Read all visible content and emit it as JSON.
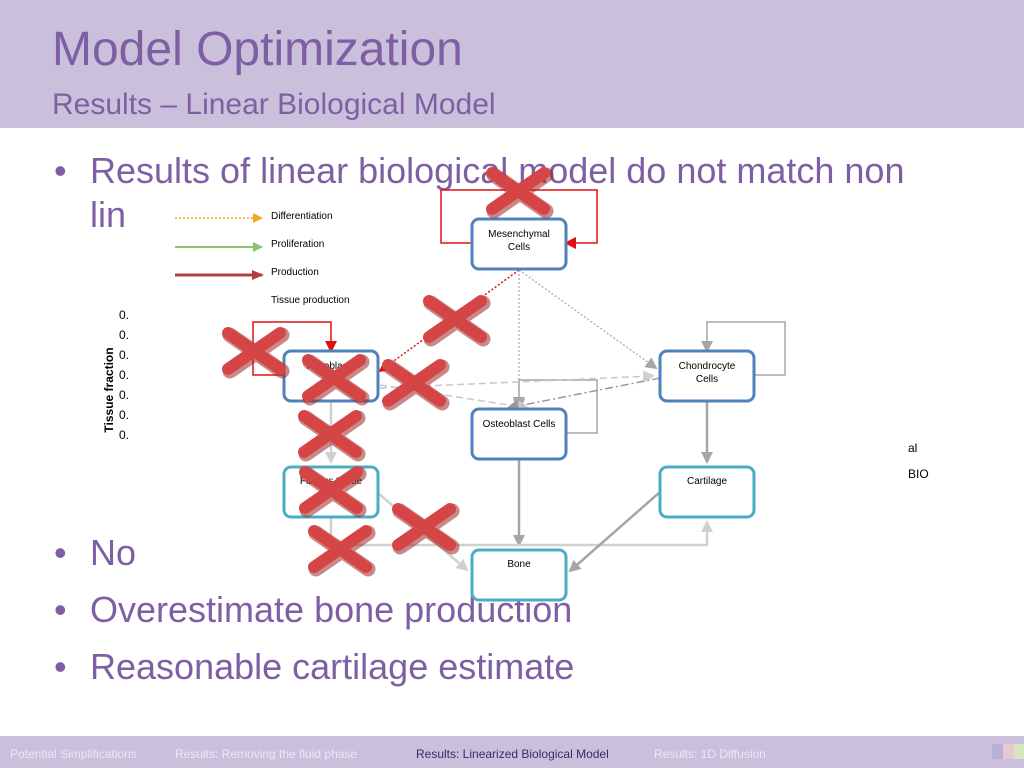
{
  "slide": {
    "title": "Model Optimization",
    "subtitle": "Results – Linear Biological Model",
    "bullets": [
      {
        "text": "Results of linear biological model do not match non",
        "cont": "lin"
      },
      {
        "text": "No"
      },
      {
        "text": "Overestimate bone production"
      },
      {
        "text": "Reasonable cartilage estimate"
      }
    ],
    "bullet_char": "•"
  },
  "chart_fragment": {
    "ylabel": "Tissue fraction",
    "ticks": [
      "0.",
      "0.",
      "0.",
      "0.",
      "0.",
      "0.",
      "0."
    ],
    "legend_right": [
      "al",
      "BIO"
    ]
  },
  "diagram": {
    "legend": [
      {
        "label": "Differentiation",
        "color": "#f5a623"
      },
      {
        "label": "Proliferation",
        "color": "#8dc26f"
      },
      {
        "label": "Production",
        "color": "#c0504d"
      },
      {
        "label": "Tissue production"
      }
    ],
    "nodes": {
      "mesenchymal": [
        "Mesenchymal",
        "Cells"
      ],
      "fibroblasts": "Fibroblasts",
      "chondrocyte": [
        "Chondrocyte",
        "Cells"
      ],
      "osteoblast": "Osteoblast Cells",
      "fibrous": "Fibrous tissue",
      "cartilage": "Cartilage",
      "bone": "Bone"
    },
    "colors": {
      "cell_border": "#4f81bd",
      "tissue_border": "#4bacc6",
      "cross": "#d03c3c",
      "red_arrow": "#e01010"
    }
  },
  "footer": {
    "nav": [
      {
        "label": "Potential Simplifications",
        "active": false
      },
      {
        "label": "Results: Removing the fluid phase",
        "active": false
      },
      {
        "label": "Results: Linearized Biological Model",
        "active": true
      },
      {
        "label": "Results: 1D Diffusion",
        "active": false
      }
    ]
  }
}
